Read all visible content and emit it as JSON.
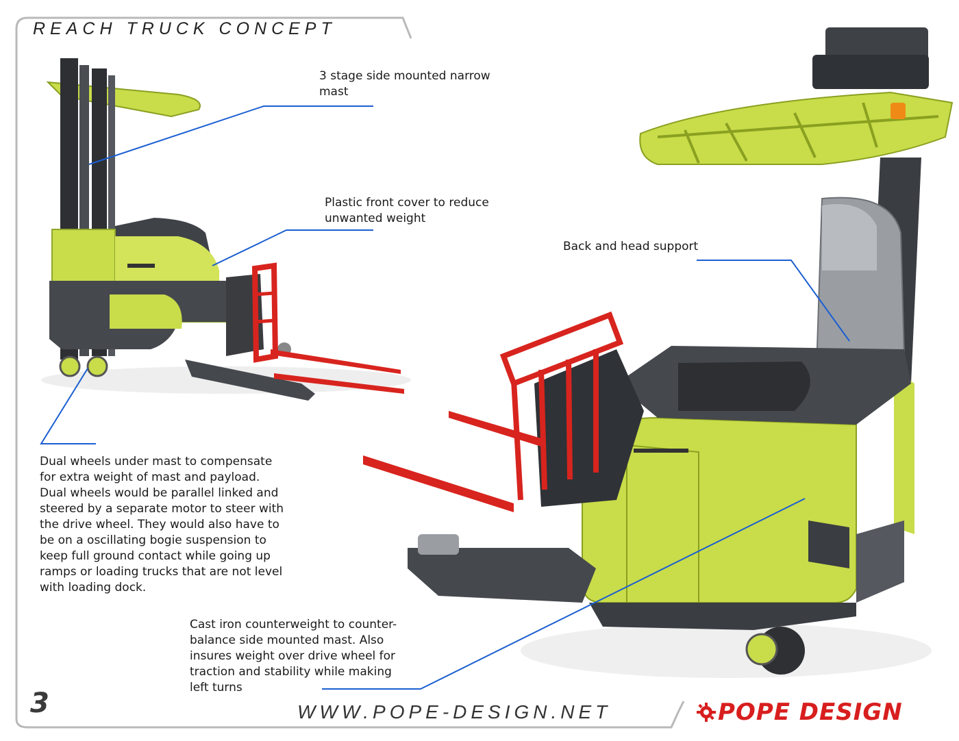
{
  "header": {
    "title": "REACH TRUCK CONCEPT"
  },
  "annotations": {
    "mast": {
      "lines": [
        "3 stage side mounted narrow",
        "mast"
      ]
    },
    "front_cover": {
      "lines": [
        "Plastic front  cover to reduce",
        "unwanted weight"
      ]
    },
    "head_support": {
      "lines": [
        "Back and head support"
      ]
    },
    "dual_wheels": {
      "lines": [
        "Dual wheels under mast to compensate",
        "for extra weight of mast and payload.",
        "Dual wheels would be parallel linked and",
        "steered by a separate motor to steer with",
        "the drive wheel. They would also have to",
        "be on a oscillating bogie suspension to",
        "keep full ground contact while going up",
        "ramps or loading trucks that are not level",
        "with loading dock."
      ]
    },
    "counterweight": {
      "lines": [
        "Cast iron counterweight to counter-",
        "balance side mounted mast. Also",
        "insures weight over drive wheel for",
        "traction and stability while making",
        "left turns"
      ]
    }
  },
  "footer": {
    "page_number": "3",
    "website": "WWW.POPE-DESIGN.NET",
    "brand": "POPE DESIGN",
    "brand_icon": "gear-icon"
  },
  "colors": {
    "body_green": "#c9dc4a",
    "dark_gray": "#4a4d52",
    "fork_red": "#d8241e",
    "leader_blue": "#1b5fd0",
    "brand_red": "#d81e1e"
  }
}
